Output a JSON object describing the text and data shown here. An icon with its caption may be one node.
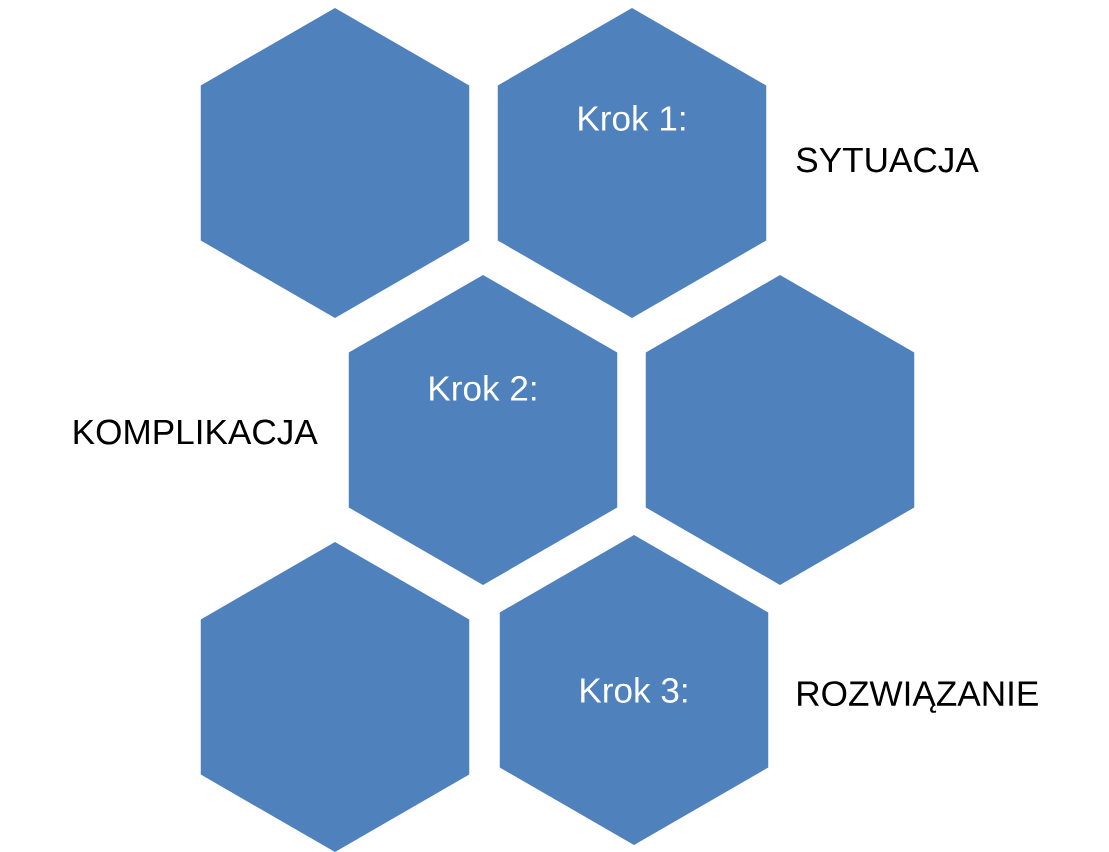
{
  "diagram": {
    "nodes": [
      {
        "text": [],
        "shape": "hexagon"
      },
      {
        "text": [
          "Krok 1:"
        ],
        "beside": [
          "SYTUACJA"
        ]
      },
      {
        "text": [
          "Krok 2:"
        ],
        "beside": [
          "KOMPLIKACJA"
        ]
      },
      {
        "text": [],
        "shape": "hexagon"
      },
      {
        "text": [],
        "shape": "hexagon"
      },
      {
        "text": [
          "Krok 3:"
        ],
        "beside": [
          "ROZWIĄZANIE"
        ]
      }
    ]
  }
}
